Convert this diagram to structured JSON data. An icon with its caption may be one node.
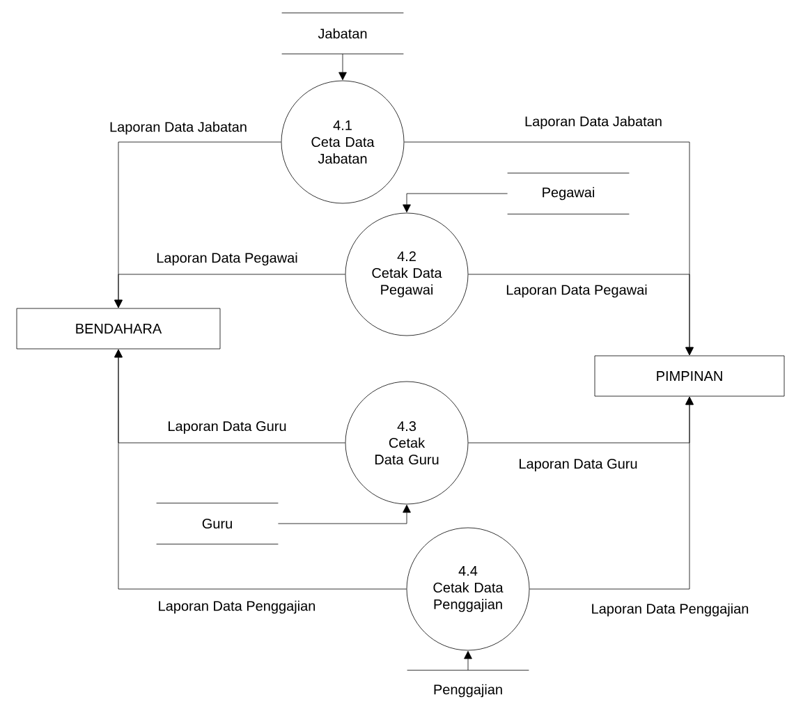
{
  "diagram": {
    "nodes": [
      {
        "text": [
          "Jabatan"
        ]
      },
      {
        "text": [
          "4.1",
          "Ceta Data Jabatan"
        ]
      },
      {
        "text": [
          "Pegawai"
        ]
      },
      {
        "text": [
          "4.2",
          "Cetak Data Pegawai"
        ]
      },
      {
        "text": [
          "BENDAHARA"
        ]
      },
      {
        "text": [
          "PIMPINAN"
        ]
      },
      {
        "text": [
          "4.3",
          "Cetak Data Guru"
        ]
      },
      {
        "text": [
          "Guru"
        ]
      },
      {
        "text": [
          "4.4",
          "Cetak Data Penggajian"
        ]
      },
      {
        "text": [
          "Penggajian"
        ]
      }
    ],
    "edges": [
      {
        "from": 0,
        "to": 1,
        "arrow": "to"
      },
      {
        "from": 1,
        "to": 4,
        "arrow": "to",
        "label": "Laporan Data Jabatan"
      },
      {
        "from": 1,
        "to": 5,
        "arrow": "to",
        "label": "Laporan Data Jabatan"
      },
      {
        "from": 2,
        "to": 3,
        "arrow": "to"
      },
      {
        "from": 3,
        "to": 4,
        "arrow": "to",
        "label": "Laporan Data Pegawai"
      },
      {
        "from": 3,
        "to": 5,
        "arrow": "to",
        "label": "Laporan Data Pegawai"
      },
      {
        "from": 6,
        "to": 4,
        "arrow": "to",
        "label": "Laporan Data Guru"
      },
      {
        "from": 6,
        "to": 5,
        "arrow": "to",
        "label": "Laporan Data Guru"
      },
      {
        "from": 7,
        "to": 6,
        "arrow": "to"
      },
      {
        "from": 8,
        "to": 4,
        "arrow": "to",
        "label": "Laporan Data Penggajian"
      },
      {
        "from": 8,
        "to": 5,
        "arrow": "to",
        "label": "Laporan Data Penggajian"
      },
      {
        "from": 9,
        "to": 8,
        "arrow": "to"
      }
    ]
  }
}
